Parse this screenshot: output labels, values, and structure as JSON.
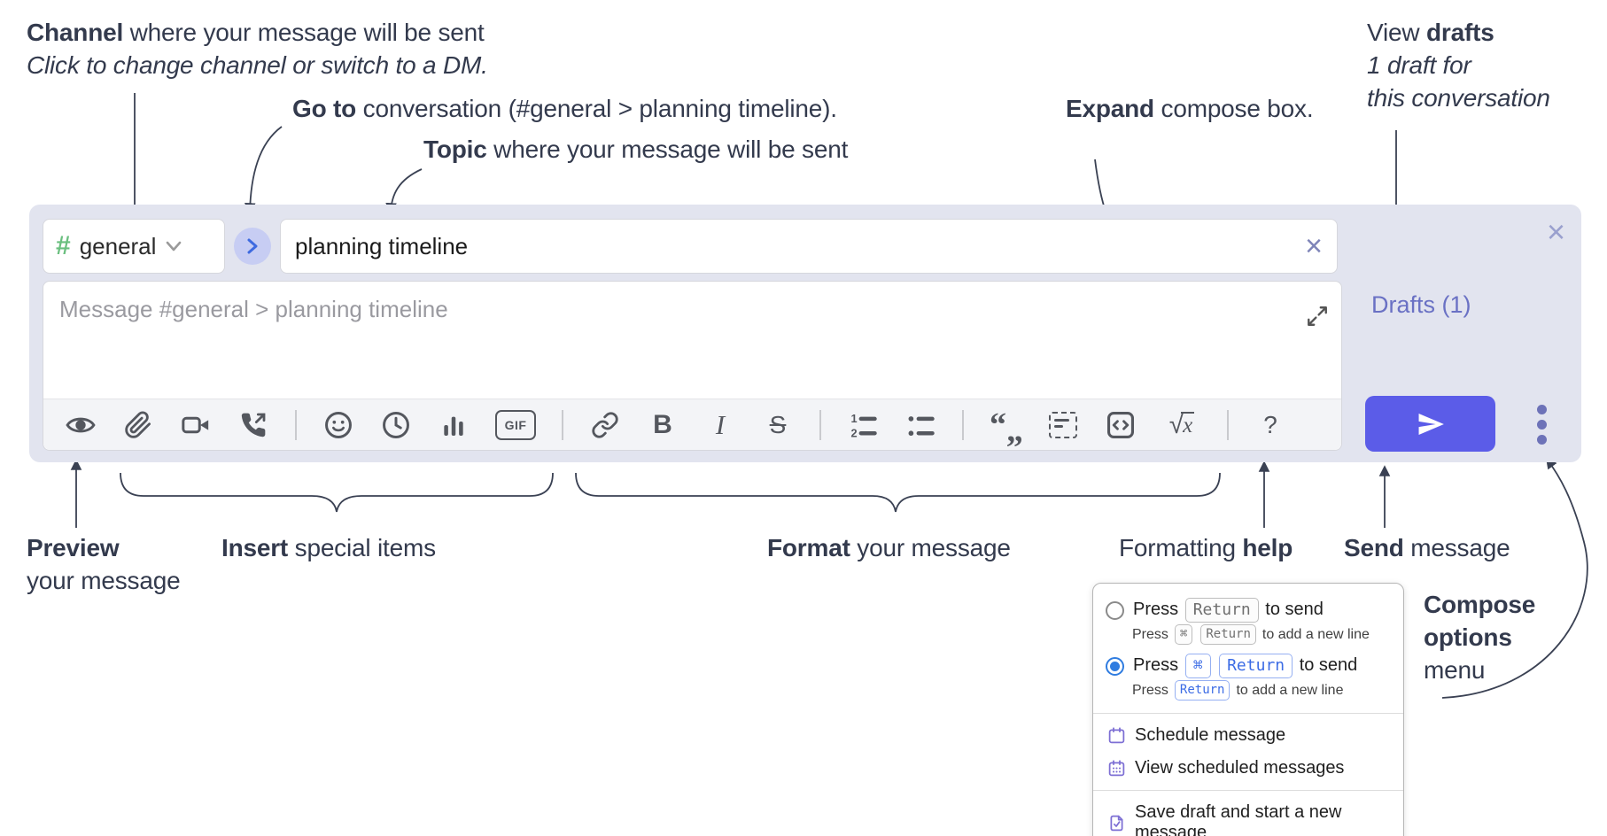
{
  "annotations": {
    "channel": {
      "bold": "Channel",
      "rest": " where your message will be sent",
      "line2": "Click to change channel or switch to a DM."
    },
    "goto": {
      "bold": "Go to",
      "rest": " conversation (#general > planning timeline)."
    },
    "topic": {
      "bold": "Topic",
      "rest": " where your message will be sent"
    },
    "expand": {
      "bold": "Expand",
      "rest": " compose box."
    },
    "view_drafts": {
      "pre": "View ",
      "bold": "drafts",
      "line2": "1 draft for",
      "line3": "this conversation"
    },
    "preview": {
      "bold": "Preview",
      "line2": "your message"
    },
    "insert": {
      "bold": "Insert",
      "rest": " special items"
    },
    "format": {
      "bold": "Format",
      "rest": " your message"
    },
    "formatting_help": {
      "pre": "Formatting ",
      "bold": "help"
    },
    "send": {
      "bold": "Send",
      "rest": " message"
    },
    "compose_options": {
      "bold1": "Compose",
      "bold2": "options",
      "rest": "menu"
    }
  },
  "compose": {
    "channel_selector": {
      "hash_icon": "#",
      "name": "general"
    },
    "goto_icon": "chevron-right",
    "topic_input": {
      "value": "planning timeline",
      "clear_icon": "×"
    },
    "close_icon": "×",
    "message_placeholder": "Message #general > planning timeline",
    "drafts_link": "Drafts (1)",
    "toolbar": {
      "icon_names": [
        "preview",
        "attach-file",
        "video-call",
        "audio-call",
        "emoji",
        "time",
        "poll",
        "gif",
        "link",
        "bold",
        "italic",
        "strikethrough",
        "numbered-list",
        "bulleted-list",
        "quote",
        "spoiler",
        "code",
        "math",
        "help"
      ],
      "bold_label": "B",
      "italic_label": "I",
      "strike_label": "S",
      "quote_open": "“",
      "quote_close": "„",
      "gif_label": "GIF",
      "math_radical": "√",
      "math_x": "x",
      "help_label": "?"
    }
  },
  "menu": {
    "option1": {
      "press": "Press",
      "key": "Return",
      "suffix": "to send",
      "sub_press": "Press",
      "sub_key1": "⌘",
      "sub_key2": "Return",
      "sub_suffix": "to add a new line"
    },
    "option2": {
      "press": "Press",
      "key1": "⌘",
      "key2": "Return",
      "suffix": "to send",
      "sub_press": "Press",
      "sub_key": "Return",
      "sub_suffix": "to add a new line"
    },
    "items": [
      "Schedule message",
      "View scheduled messages",
      "Save draft and start a new message"
    ]
  },
  "colors": {
    "compose_bg": "#e2e4ef",
    "send_button": "#5b5ce8",
    "drafts_link": "#6a71c4",
    "channel_hash_green": "#6abf7f",
    "goto_circle_bg": "#c7cdf3",
    "goto_chevron_blue": "#3e6ae0",
    "menu_icon_purple": "#7d6fd4",
    "radio_selected_blue": "#2f7ce0",
    "key_blue": "#3c6ce5",
    "annotation_text": "#333a4d",
    "toolbar_icon": "#54575e"
  }
}
